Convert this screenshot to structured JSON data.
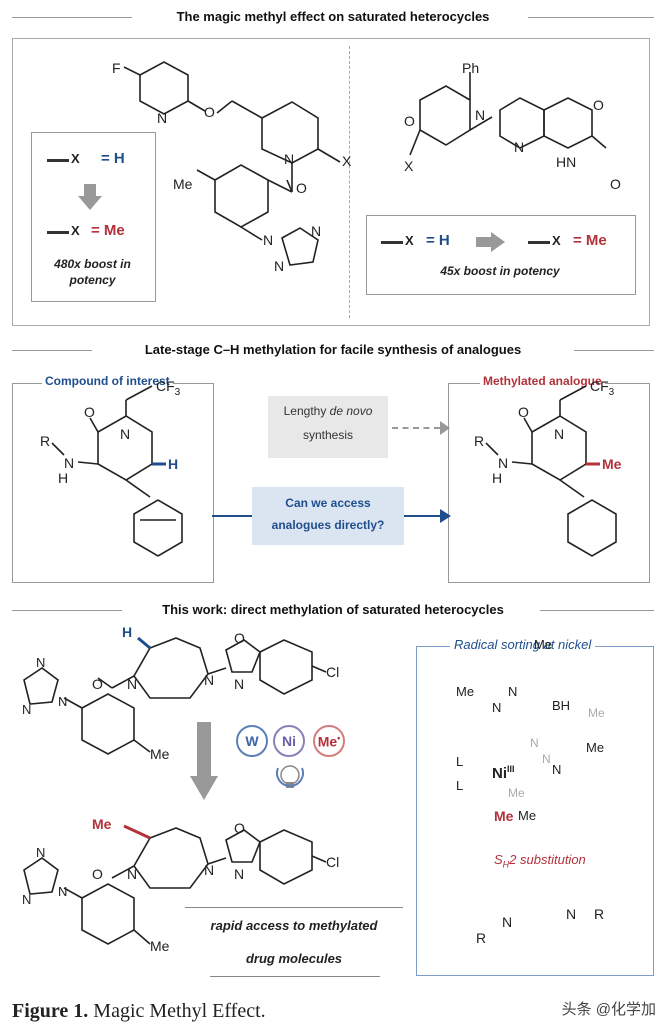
{
  "section1": {
    "title": "The magic methyl effect on saturated heterocycles",
    "left_box": {
      "line1_x": "X",
      "line1_eq": "= H",
      "line2_x": "X",
      "line2_eq": "= Me",
      "boost_line1": "480x boost in",
      "boost_line2": "potency"
    },
    "right_box": {
      "line_x1": "X",
      "eq1": "= H",
      "line_x2": "X",
      "eq2": "= Me",
      "boost": "45x boost in potency"
    },
    "labels": {
      "F": "F",
      "N_pyr": "N",
      "O_ether": "O",
      "N_pip": "N",
      "X_pip": "X",
      "O_carbonyl": "O",
      "Me_aryl": "Me",
      "triazole_N1": "N",
      "triazole_N2": "N",
      "triazole_N3": "N",
      "Ph": "Ph",
      "O_morph": "O",
      "N_morph": "N",
      "X_morph": "X",
      "N_pyrid": "N",
      "O_ox": "O",
      "HN": "HN",
      "O_lactam": "O"
    }
  },
  "section2": {
    "title": "Late-stage C–H methylation for facile synthesis of analogues",
    "left_label": "Compound of interest",
    "right_label": "Methylated analogue",
    "lengthy_1": "Lengthy",
    "lengthy_2": "de novo",
    "lengthy_3": "synthesis",
    "question_1": "Can we access",
    "question_2": "analogues directly?",
    "labels": {
      "O1": "O",
      "N1": "N",
      "CF3_1": "CF",
      "CF3_1_sub": "3",
      "R1": "R",
      "NH1": "N",
      "H_N1": "H",
      "H_red": "H",
      "O2": "O",
      "N2": "N",
      "CF3_2": "CF",
      "CF3_2_sub": "3",
      "R2": "R",
      "NH2": "N",
      "H_N2": "H",
      "Me": "Me"
    }
  },
  "section3": {
    "title": "This work: direct methylation of saturated heterocycles",
    "catalyst_W": "W",
    "catalyst_Ni": "Ni",
    "catalyst_Me": "Me",
    "catalyst_Me_sup": "•",
    "rapid_1": "rapid access to methylated",
    "rapid_2": "drug molecules",
    "radical_title": "Radical sorting at nickel",
    "sh2": "S",
    "sh2_sub": "H",
    "sh2_rest": "2 substitution",
    "labels": {
      "H_top": "H",
      "N_a": "N",
      "N_b": "N",
      "O_bz": "O",
      "N_bz": "N",
      "Cl_top": "Cl",
      "O_c1": "O",
      "N_tri1": "N",
      "N_tri2": "N",
      "N_tri3": "N",
      "Me_ar1": "Me",
      "Me_red": "Me",
      "N_c": "N",
      "N_d": "N",
      "O_bz2": "O",
      "N_bz2": "N",
      "Cl_bot": "Cl",
      "O_c2": "O",
      "N_tri4": "N",
      "N_tri5": "N",
      "N_tri6": "N",
      "Me_ar2": "Me",
      "Me_p1": "Me",
      "Me_p2": "Me",
      "N_p1": "N",
      "N_p2": "N",
      "BH": "BH",
      "L1": "L",
      "L2": "L",
      "Ni": "Ni",
      "Ni_sup": "III",
      "Me_g1": "Me",
      "Me_g2": "Me",
      "N_g1": "N",
      "N_g2": "N",
      "N_g3": "N",
      "Me_p3": "Me",
      "Me_p4": "Me",
      "Me_ni": "Me",
      "N_r1": "N",
      "R_r1": "R",
      "N_r2": "N",
      "R_r2": "R"
    }
  },
  "caption_bold": "Figure 1.",
  "caption_text": "Magic Methyl Effect.",
  "watermark": "头条 @化学加",
  "colors": {
    "blue": "#1f4e8c",
    "red": "#b3313a",
    "grey": "#999999",
    "light_blue_box": "#dbe5f1",
    "light_grey_box": "#e8e8e8"
  }
}
